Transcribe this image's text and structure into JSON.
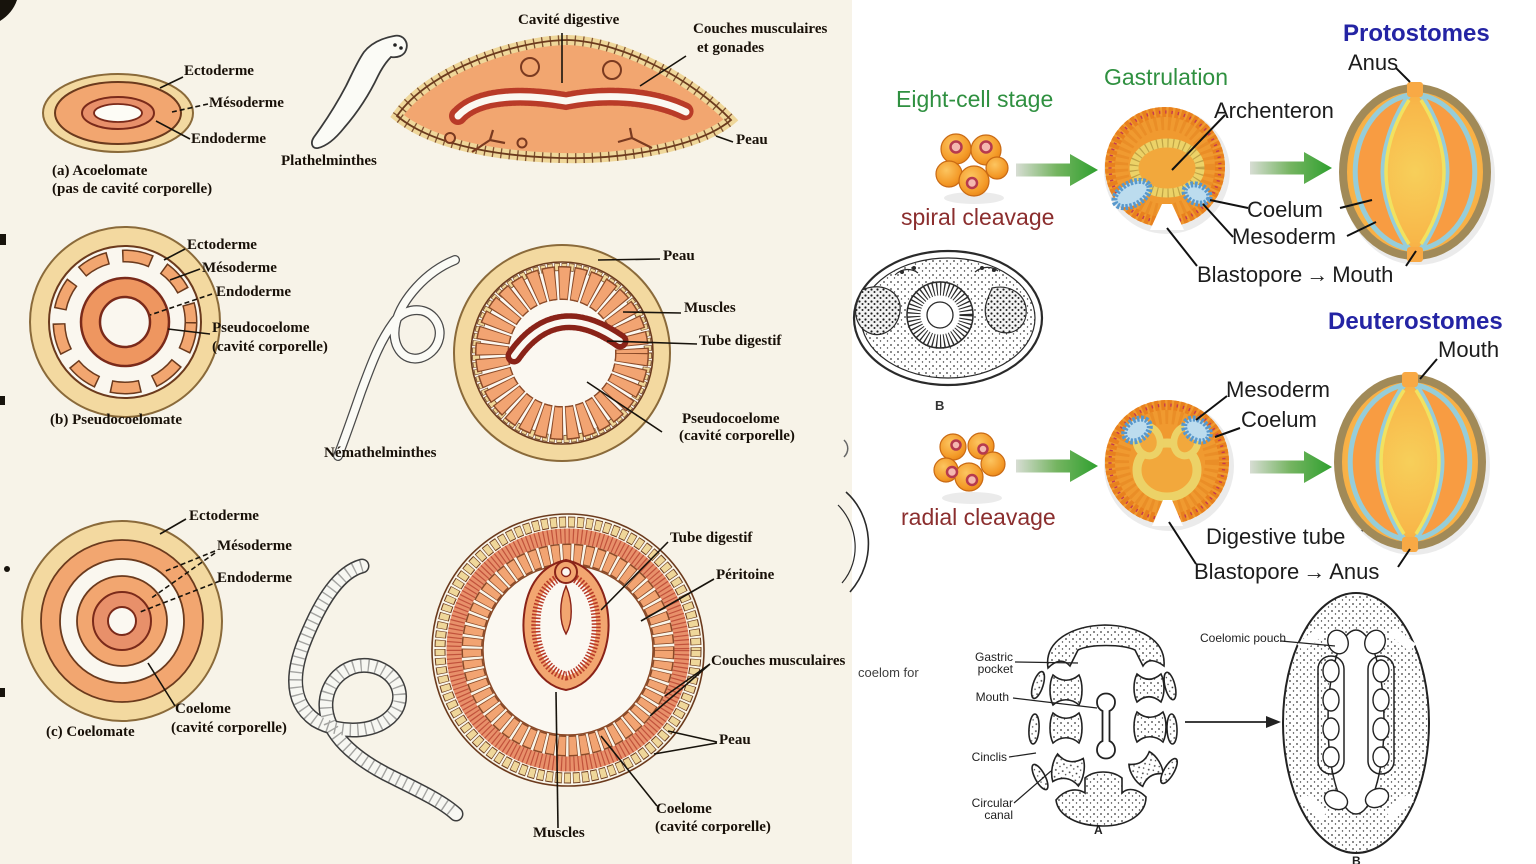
{
  "colors": {
    "left_bg": "#f7f3e8",
    "tan_ring": "#f3d9a0",
    "orange_body": "#f2a670",
    "salmon": "#e8906a",
    "outline_brown": "#6b3a1d",
    "tube_red": "#b93b28",
    "green_text": "#2f9040",
    "dark_red_text": "#8b2e2e",
    "navy_text": "#2424a4",
    "arrow_green": "#31a031",
    "embryo_orange": "#f49a28",
    "coelom_blue": "#5898cc",
    "adult_cyan": "#96cdd9",
    "adult_yellow": "#f1e260"
  },
  "left_panel": {
    "section_a": {
      "label_ectoderme": "Ectoderme",
      "label_mesoderme": "Mésoderme",
      "label_endoderme": "Endoderme",
      "caption_line1": "(a) Acoelomate",
      "caption_line2": "(pas de cavité corporelle)",
      "organism_label": "Plathelminthes",
      "cs_cavite_digestive": "Cavité digestive",
      "cs_couches_line1": "Couches musculaires",
      "cs_couches_line2": "et gonades",
      "cs_peau": "Peau"
    },
    "section_b": {
      "label_ectoderme": "Ectoderme",
      "label_mesoderme": "Mésoderme",
      "label_endoderme": "Endoderme",
      "label_pseudocoelome_line1": "Pseudocoelome",
      "label_pseudocoelome_line2": "(cavité corporelle)",
      "caption": "(b) Pseudocoelomate",
      "organism_label": "Némathelminthes",
      "cs_peau": "Peau",
      "cs_muscles": "Muscles",
      "cs_tube_digestif": "Tube digestif",
      "cs_pseudocoelome_line1": "Pseudocoelome",
      "cs_pseudocoelome_line2": "(cavité corporelle)"
    },
    "section_c": {
      "label_ectoderme": "Ectoderme",
      "label_mesoderme": "Mésoderme",
      "label_endoderme": "Endoderme",
      "label_coelome_line1": "Coelome",
      "label_coelome_line2": "(cavité corporelle)",
      "caption": "(c) Coelomate",
      "cs_tube_digestif": "Tube digestif",
      "cs_peritoine": "Péritoine",
      "cs_couches_musculaires": "Couches musculaires",
      "cs_peau": "Peau",
      "cs_coelome_line1": "Coelome",
      "cs_coelome_line2": "(cavité corporelle)",
      "cs_muscles": "Muscles"
    }
  },
  "right_panel": {
    "eight_cell_stage": "Eight-cell stage",
    "gastrulation": "Gastrulation",
    "spiral_cleavage": "spiral cleavage",
    "radial_cleavage": "radial cleavage",
    "archenteron": "Archenteron",
    "arrow_glyph": "→",
    "bw_figure_label": "B",
    "protostomes": {
      "title": "Protostomes",
      "anus": "Anus",
      "coelum": "Coelum",
      "mesoderm": "Mesoderm",
      "blastopore": "Blastopore",
      "blastopore_fate": "Mouth"
    },
    "deuterostomes": {
      "title": "Deuterostomes",
      "mouth": "Mouth",
      "mesoderm": "Mesoderm",
      "coelum": "Coelum",
      "digestive_tube": "Digestive tube",
      "blastopore": "Blastopore",
      "blastopore_fate": "Anus"
    }
  },
  "bottom_panel": {
    "coelom_for": "coelom for",
    "gastric_pocket_line1": "Gastric",
    "gastric_pocket_line2": "pocket",
    "mouth": "Mouth",
    "cinclis": "Cinclis",
    "circular_canal_line1": "Circular",
    "circular_canal_line2": "canal",
    "coelomic_pouch": "Coelomic pouch",
    "figure_a_label": "A",
    "figure_b_label": "B"
  }
}
